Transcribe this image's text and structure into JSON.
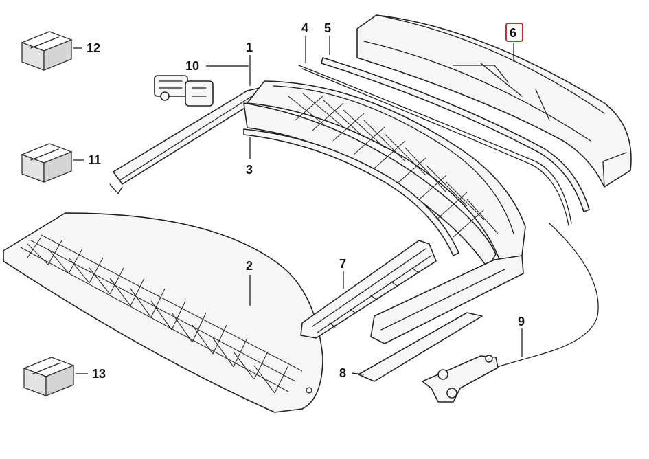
{
  "callouts": {
    "c1": "1",
    "c2": "2",
    "c3": "3",
    "c4": "4",
    "c5": "5",
    "c6": "6",
    "c7": "7",
    "c8": "8",
    "c9": "9",
    "c10": "10",
    "c11": "11",
    "c12": "12",
    "c13": "13"
  },
  "highlighted_callout": "6",
  "colors": {
    "highlight": "#d12a2a",
    "line": "#222222"
  }
}
